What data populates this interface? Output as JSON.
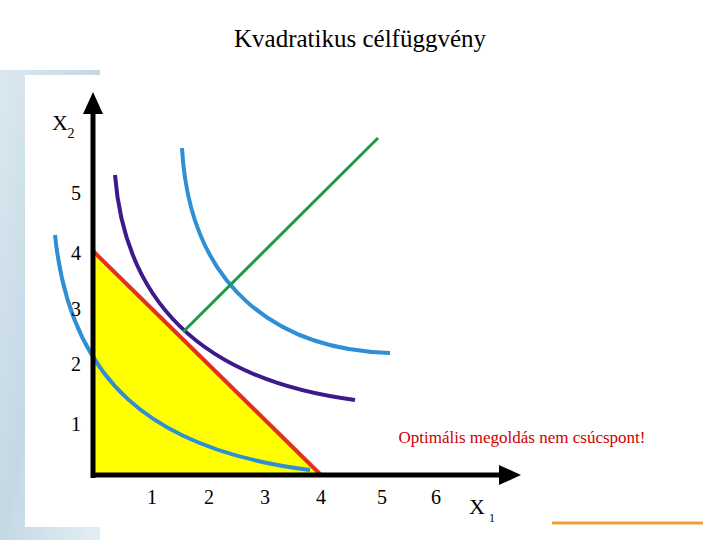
{
  "diagram": {
    "title": "Kvadratikus célfüggvény",
    "labels": [
      "X",
      "2",
      "5",
      "4",
      "3",
      "2",
      "1",
      "1",
      "2",
      "3",
      "4",
      "5",
      "6",
      "X",
      "1",
      "Optimális megoldás nem csúcspont!"
    ]
  }
}
